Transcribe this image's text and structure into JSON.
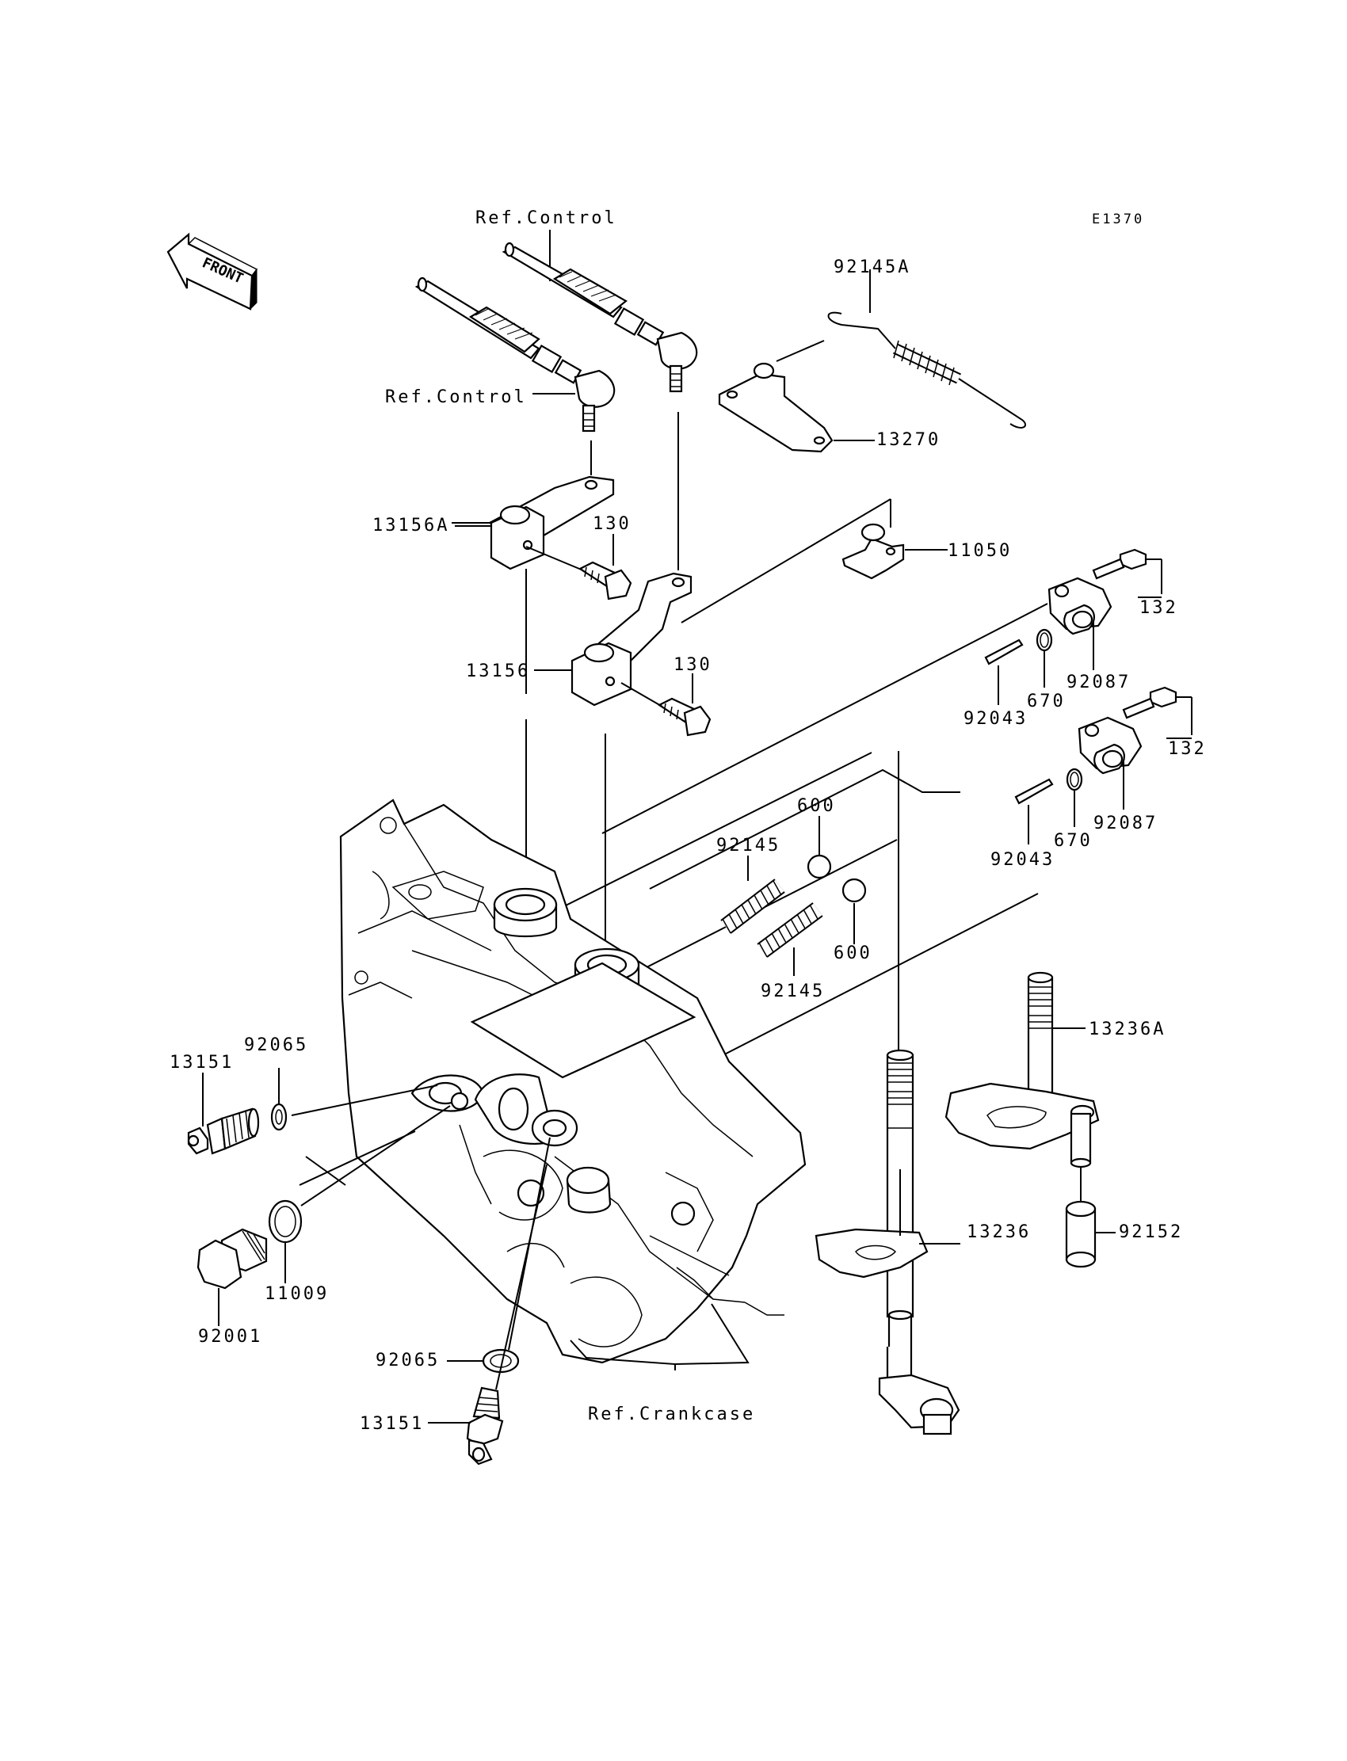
{
  "diagram": {
    "code": "E1370",
    "front_label": "FRONT",
    "refs": {
      "control_top": "Ref.Control",
      "control_left": "Ref.Control",
      "crankcase": "Ref.Crankcase"
    },
    "parts": {
      "p92145A": "92145A",
      "p13270": "13270",
      "p11050": "11050",
      "p13156A": "13156A",
      "p130a": "130",
      "p130b": "130",
      "p13156": "13156",
      "p132a": "132",
      "p132b": "132",
      "p92087a": "92087",
      "p92087b": "92087",
      "p670a": "670",
      "p670b": "670",
      "p92043a": "92043",
      "p92043b": "92043",
      "p600a": "600",
      "p600b": "600",
      "p92145a": "92145",
      "p92145b": "92145",
      "p13236A": "13236A",
      "p13236": "13236",
      "p92152": "92152",
      "p13151a": "13151",
      "p92065a": "92065",
      "p11009": "11009",
      "p92001": "92001",
      "p92065b": "92065",
      "p13151b": "13151"
    }
  }
}
